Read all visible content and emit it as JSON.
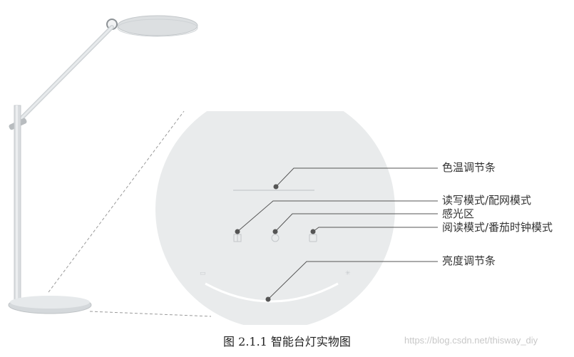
{
  "figure": {
    "caption": "图  2.1.1  智能台灯实物图",
    "callouts": [
      {
        "text": "色温调节条"
      },
      {
        "text": "读写模式/配网模式"
      },
      {
        "text": "感光区"
      },
      {
        "text": "阅读模式/番茄时钟模式"
      },
      {
        "text": "亮度调节条"
      }
    ]
  },
  "watermark": "https://blog.csdn.net/thisway_diy",
  "colors": {
    "panel": "#e9ebec",
    "lamp": "#d8dcde",
    "lamp_edge": "#b9bdc0",
    "leader": "#555555",
    "dot": "#555555",
    "white_bar": "#ffffff"
  }
}
